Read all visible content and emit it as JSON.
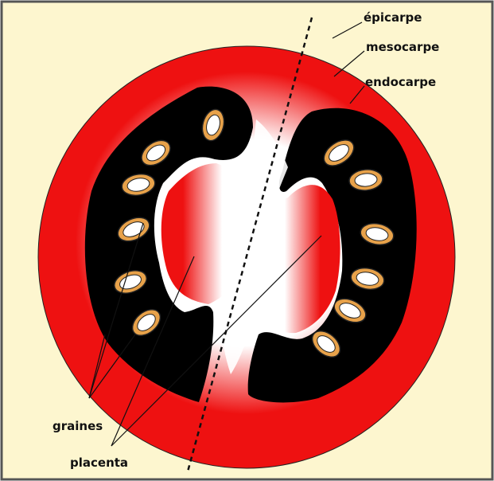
{
  "labels": {
    "epicarpe": "épicarpe",
    "mesocarpe": "mesocarpe",
    "endocarpe": "endocarpe",
    "graines": "graines",
    "placenta": "placenta"
  },
  "colors": {
    "background": "#fdf6cf",
    "frame": "#555555",
    "pericarp_red": "#ee1111",
    "locule_black": "#000000",
    "placenta_white": "#ffffff",
    "seed_coat": "#e8a24a",
    "seed_inner": "#ffffff",
    "leader_line": "#111111"
  }
}
